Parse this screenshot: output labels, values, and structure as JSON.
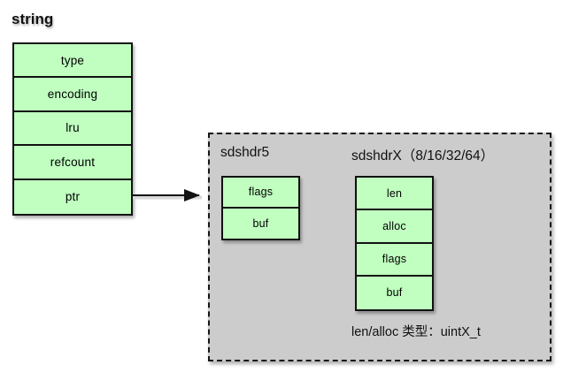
{
  "diagram": {
    "title": "string",
    "colors": {
      "box_fill": "#c0ffc0",
      "box_stroke": "#111111",
      "panel_fill": "#cccccc",
      "panel_stroke": "#151515",
      "text": "#000000"
    },
    "string_object": {
      "label": "string",
      "fields": [
        {
          "name": "type"
        },
        {
          "name": "encoding"
        },
        {
          "name": "lru"
        },
        {
          "name": "refcount"
        },
        {
          "name": "ptr"
        }
      ]
    },
    "arrow": {
      "name": "ptr-to-sds-arrow",
      "from": "ptr",
      "to": "sds-panel"
    },
    "sds_panel": {
      "sdshdr5": {
        "label": "sdshdr5",
        "fields": [
          {
            "name": "flags"
          },
          {
            "name": "buf"
          }
        ]
      },
      "sdshdrx": {
        "label": "sdshdrX（8/16/32/64）",
        "fields": [
          {
            "name": "len"
          },
          {
            "name": "alloc"
          },
          {
            "name": "flags"
          },
          {
            "name": "buf"
          }
        ]
      },
      "caption": "len/alloc 类型：uintX_t"
    }
  }
}
